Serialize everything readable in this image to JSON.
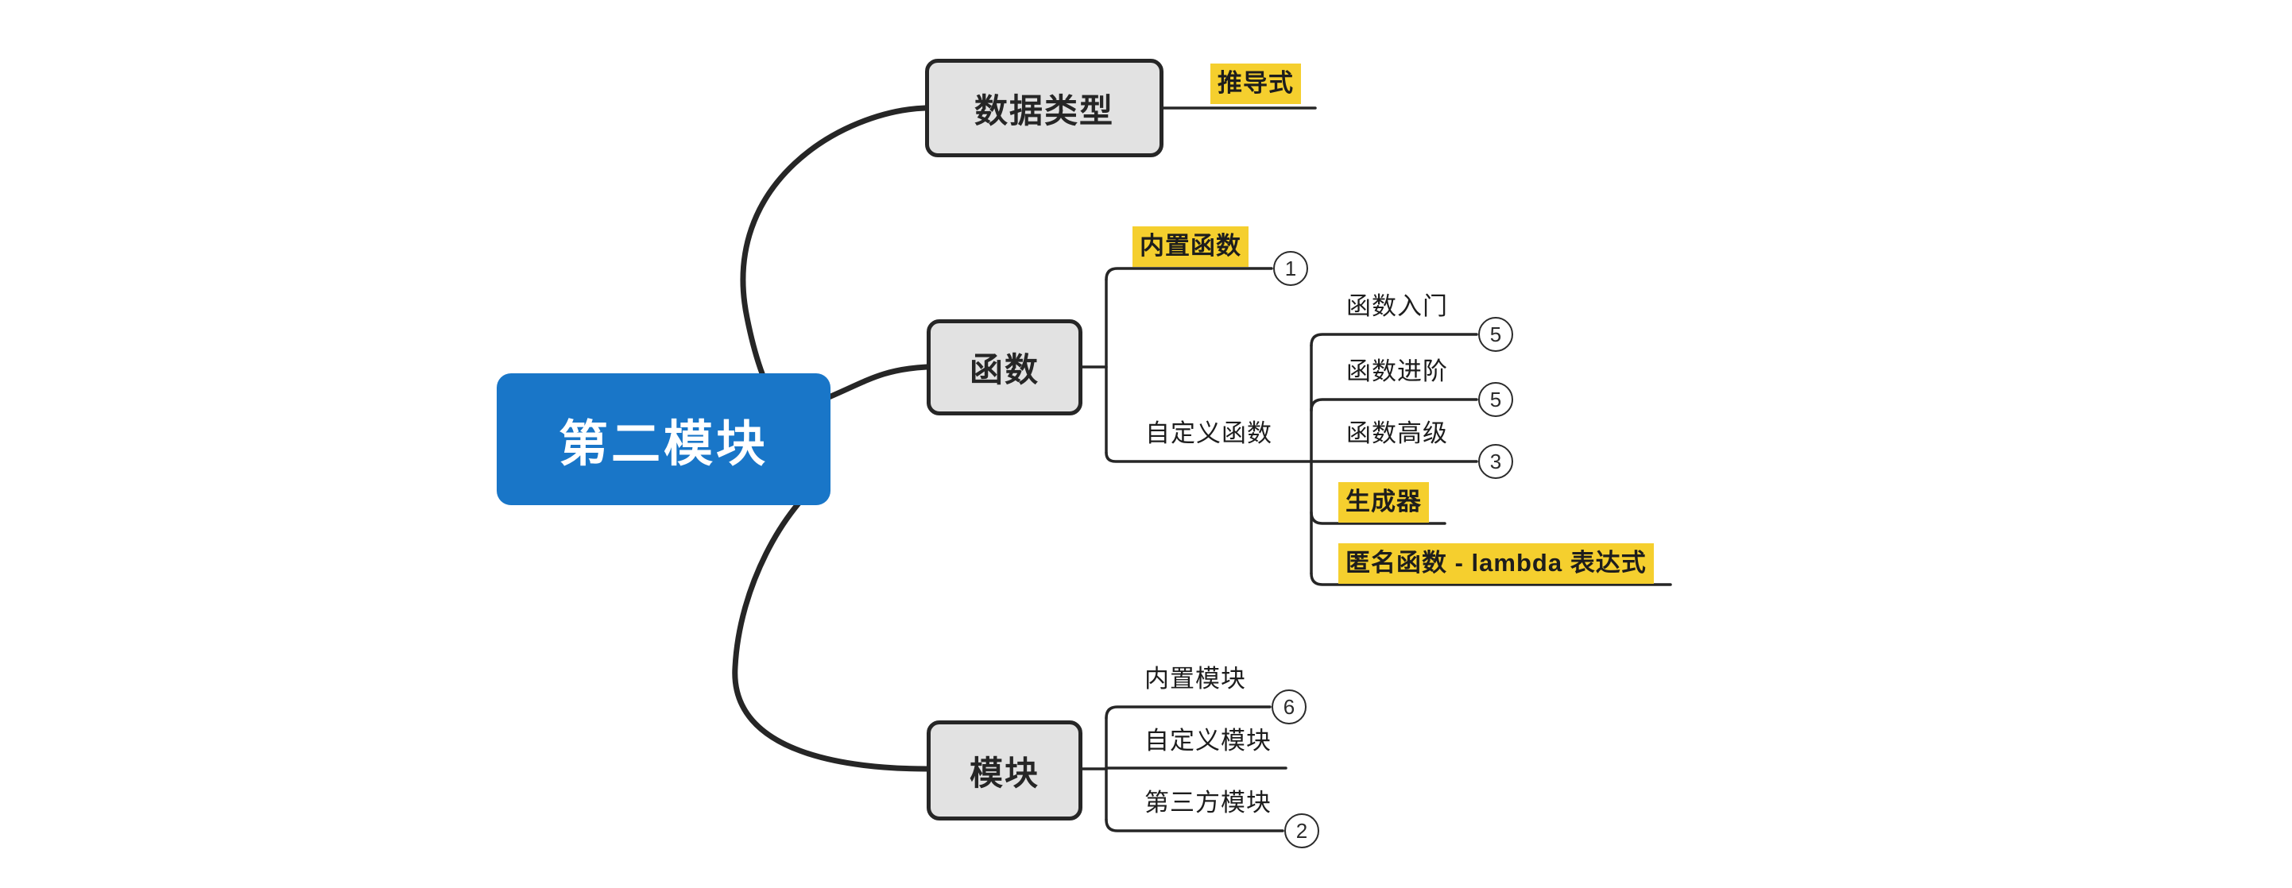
{
  "diagram": {
    "type": "mindmap",
    "title": "第二模块",
    "root": {
      "label": "第二模块",
      "fill": "#1976c8",
      "text_color": "#ffffff"
    },
    "colors": {
      "root_blue": "#1976c8",
      "branch_gray": "#e2e2e2",
      "highlight_yellow": "#f5cf2e",
      "line_dark": "#262626",
      "background": "#ffffff"
    },
    "branches": [
      {
        "label": "数据类型",
        "children": [
          {
            "label": "推导式",
            "highlight": true,
            "badge": ""
          }
        ]
      },
      {
        "label": "函数",
        "children": [
          {
            "label": "内置函数",
            "highlight": true,
            "badge": "1"
          },
          {
            "label": "自定义函数",
            "highlight": false,
            "badge": "",
            "children": [
              {
                "label": "函数入门",
                "highlight": false,
                "badge": "5"
              },
              {
                "label": "函数进阶",
                "highlight": false,
                "badge": "5"
              },
              {
                "label": "函数高级",
                "highlight": false,
                "badge": "3"
              },
              {
                "label": "生成器",
                "highlight": true,
                "badge": ""
              },
              {
                "label": "匿名函数 - lambda 表达式",
                "highlight": true,
                "badge": ""
              }
            ]
          }
        ]
      },
      {
        "label": "模块",
        "children": [
          {
            "label": "内置模块",
            "highlight": false,
            "badge": "6"
          },
          {
            "label": "自定义模块",
            "highlight": false,
            "badge": ""
          },
          {
            "label": "第三方模块",
            "highlight": false,
            "badge": "2"
          }
        ]
      }
    ]
  }
}
